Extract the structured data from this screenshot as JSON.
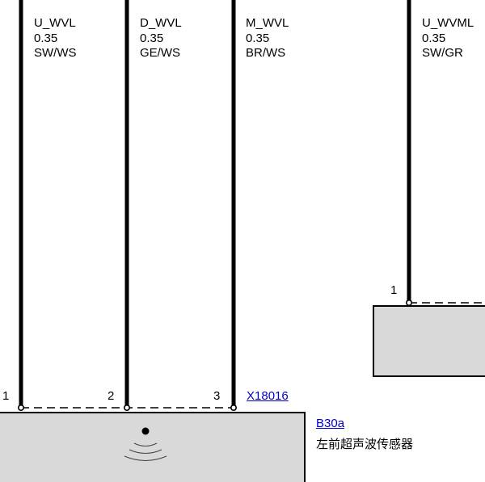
{
  "wires": [
    {
      "signal": "U_WVL",
      "gauge": "0.35",
      "color": "SW/WS",
      "pin": "1"
    },
    {
      "signal": "D_WVL",
      "gauge": "0.35",
      "color": "GE/WS",
      "pin": "2"
    },
    {
      "signal": "M_WVL",
      "gauge": "0.35",
      "color": "BR/WS",
      "pin": "3"
    },
    {
      "signal": "U_WVML",
      "gauge": "0.35",
      "color": "SW/GR",
      "pin": "1"
    }
  ],
  "connector": {
    "id": "X18016"
  },
  "component": {
    "id": "B30a",
    "description": "左前超声波传感器"
  }
}
